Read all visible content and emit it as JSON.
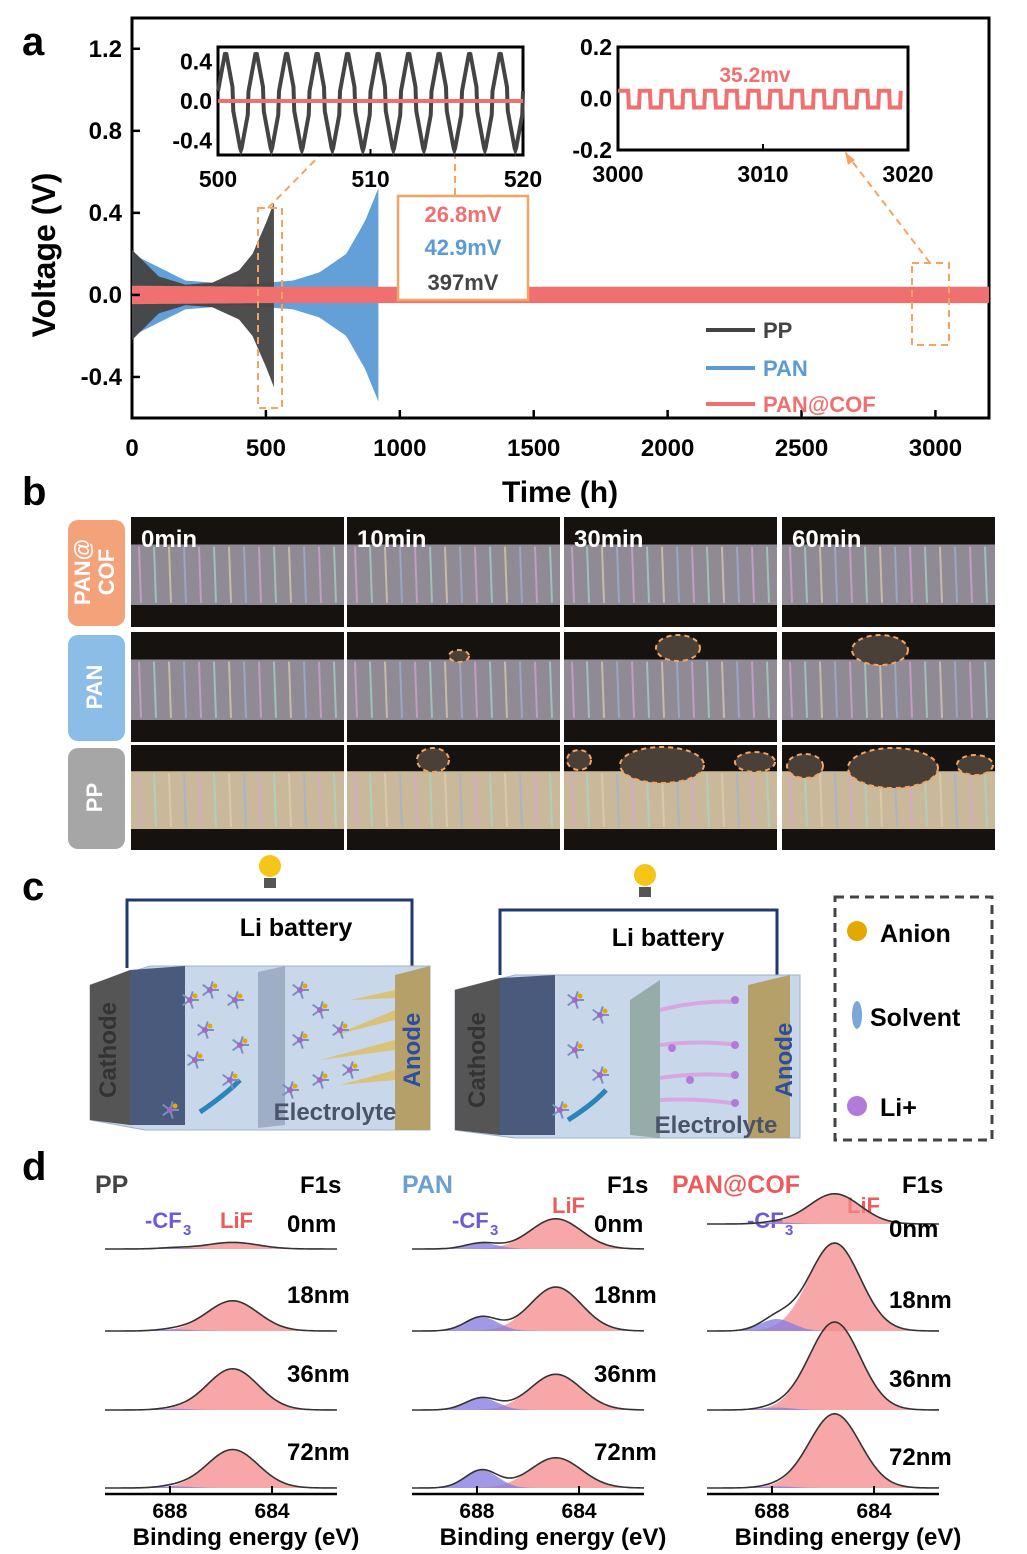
{
  "panel_labels": [
    "a",
    "b",
    "c",
    "d"
  ],
  "colors": {
    "pp": "#444444",
    "pan": "#5b9bd5",
    "cof": "#f07070",
    "accent": "#f4a460",
    "cof_label": "#ef5a5a",
    "pan_label": "#6a9fd0",
    "cf3": "#6b5bd6"
  },
  "panel_a": {
    "chart_data": {
      "type": "line",
      "xlabel": "Time (h)",
      "ylabel": "Voltage (V)",
      "xlim": [
        0,
        3200
      ],
      "ylim": [
        -0.6,
        1.35
      ],
      "xticks": [
        "0",
        "500",
        "1000",
        "1500",
        "2000",
        "2500",
        "3000"
      ],
      "yticks": [
        "-0.4",
        "0.0",
        "0.4",
        "0.8",
        "1.2"
      ],
      "series": [
        {
          "name": "PP",
          "x": [
            0,
            100,
            200,
            300,
            400,
            450,
            500,
            530
          ],
          "amplitude": [
            0.22,
            0.09,
            0.05,
            0.06,
            0.12,
            0.2,
            0.35,
            0.45
          ]
        },
        {
          "name": "PAN",
          "x": [
            0,
            200,
            400,
            600,
            700,
            800,
            870,
            920
          ],
          "amplitude": [
            0.2,
            0.07,
            0.05,
            0.07,
            0.11,
            0.2,
            0.36,
            0.52
          ]
        },
        {
          "name": "PAN@COF",
          "x": [
            0,
            500,
            1000,
            2000,
            3000,
            3200
          ],
          "amplitude": [
            0.045,
            0.04,
            0.04,
            0.04,
            0.04,
            0.04
          ]
        }
      ]
    },
    "inset1": {
      "xticks": [
        "500",
        "510",
        "520"
      ],
      "yticks": [
        "0.4",
        "0.0",
        "-0.4"
      ],
      "xlim": [
        500,
        520
      ],
      "ylim": [
        -0.55,
        0.55
      ]
    },
    "inset2": {
      "xticks": [
        "3000",
        "3010",
        "3020"
      ],
      "yticks": [
        "0.2",
        "0.0",
        "-0.2"
      ],
      "xlim": [
        3000,
        3020
      ],
      "ylim": [
        -0.2,
        0.2
      ],
      "label": "35.2mv"
    },
    "box_values": [
      "26.8mV",
      "42.9mV",
      "397mV"
    ],
    "legend": [
      "PP",
      "PAN",
      "PAN@COF"
    ]
  },
  "panel_b": {
    "times": [
      "0min",
      "10min",
      "30min",
      "60min"
    ],
    "rows": [
      "PAN@ COF",
      "PAN",
      "PP"
    ]
  },
  "panel_c": {
    "left_title": "Li battery",
    "right_title": "Li battery",
    "cathode": "Cathode",
    "anode": "Anode",
    "electrolyte": "Electrolyte",
    "legend": [
      "Anion",
      "Solvent",
      "Li+"
    ]
  },
  "panel_d": {
    "chart_data": [
      {
        "type": "area",
        "title": "PP",
        "element": "F1s",
        "depths": [
          "0nm",
          "18nm",
          "36nm",
          "72nm"
        ],
        "xlabel": "Binding energy (eV)",
        "xticks": [
          "688",
          "684"
        ],
        "peaks": {
          "LiF": [
            0.12,
            0.55,
            0.75,
            0.7
          ],
          "CF3": [
            0.03,
            0.04,
            0.03,
            0.04
          ]
        }
      },
      {
        "type": "area",
        "title": "PAN",
        "element": "F1s",
        "depths": [
          "0nm",
          "18nm",
          "36nm",
          "72nm"
        ],
        "xlabel": "Binding energy (eV)",
        "xticks": [
          "688",
          "684"
        ],
        "peaks": {
          "LiF": [
            0.55,
            0.8,
            0.65,
            0.55
          ],
          "CF3": [
            0.15,
            0.35,
            0.3,
            0.45
          ]
        }
      },
      {
        "type": "area",
        "title": "PAN@COF",
        "element": "F1s",
        "depths": [
          "0nm",
          "18nm",
          "36nm",
          "72nm"
        ],
        "xlabel": "Binding energy (eV)",
        "xticks": [
          "688",
          "684"
        ],
        "peaks": {
          "LiF": [
            0.55,
            1.6,
            1.6,
            1.35
          ],
          "CF3": [
            0.04,
            0.3,
            0.06,
            0.04
          ]
        }
      }
    ],
    "cf3_label": "-CF",
    "cf3_sub": "3",
    "lif_label": "LiF"
  }
}
